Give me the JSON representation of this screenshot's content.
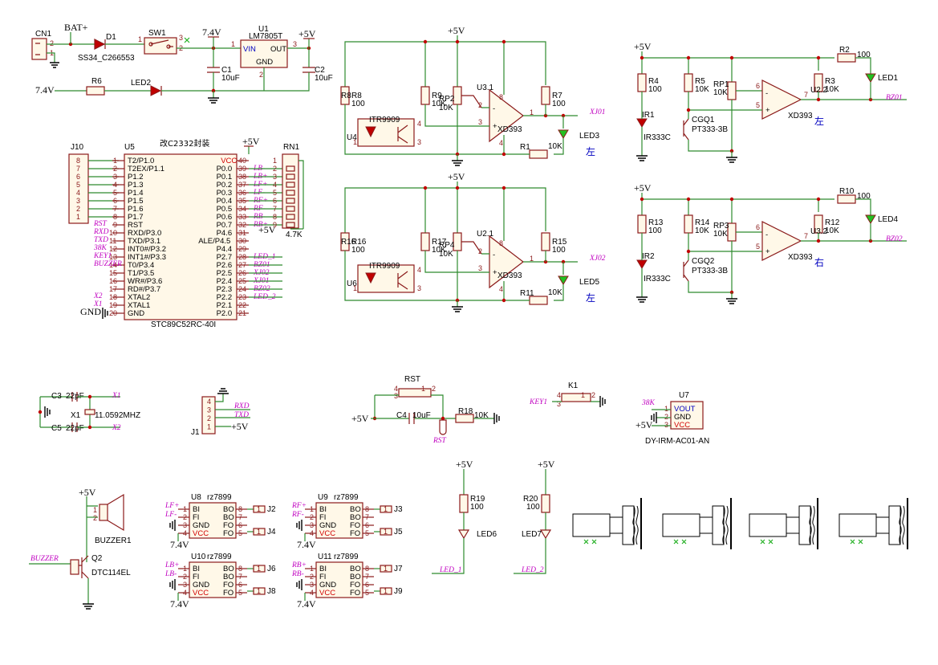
{
  "power": {
    "bat": "BAT+",
    "v74": "7.4V",
    "v5": "+5V",
    "gnd": "GND",
    "vin74": "7.4V"
  },
  "power_section": {
    "cn1": "CN1",
    "cn1_p2": "2",
    "cn1_p1": "1",
    "d1": "D1",
    "d1_val": "SS34_C266553",
    "sw1": "SW1",
    "sw_p1": "1",
    "sw_p2": "2",
    "sw_p3": "3",
    "u1": "U1",
    "u1_val": "LM7805T",
    "u1_vin": "VIN",
    "u1_out": "OUT",
    "u1_gnd": "GND",
    "u1_p1": "1",
    "u1_p2": "2",
    "u1_p3": "3",
    "c1": "C1",
    "c1_val": "10uF",
    "c2": "C2",
    "c2_val": "10uF",
    "r6": "R6",
    "led2": "LED2"
  },
  "mcu": {
    "j10": "J10",
    "j10_pins": [
      "8",
      "7",
      "6",
      "5",
      "4",
      "3",
      "2",
      "1"
    ],
    "u5": "U5",
    "title": "改C2332封装",
    "part": "STC89C52RC-40I",
    "left_pins": [
      {
        "n": "1",
        "name": "T2/P1.0",
        "net": ""
      },
      {
        "n": "2",
        "name": "T2EX/P1.1",
        "net": ""
      },
      {
        "n": "3",
        "name": "P1.2",
        "net": ""
      },
      {
        "n": "4",
        "name": "P1.3",
        "net": ""
      },
      {
        "n": "5",
        "name": "P1.4",
        "net": ""
      },
      {
        "n": "6",
        "name": "P1.5",
        "net": ""
      },
      {
        "n": "7",
        "name": "P1.6",
        "net": ""
      },
      {
        "n": "8",
        "name": "P1.7",
        "net": ""
      },
      {
        "n": "9",
        "name": "RST",
        "net": "RST"
      },
      {
        "n": "10",
        "name": "RXD/P3.0",
        "net": "RXD"
      },
      {
        "n": "11",
        "name": "TXD/P3.1",
        "net": "TXD"
      },
      {
        "n": "12",
        "name": "INT0#/P3.2",
        "net": "38K"
      },
      {
        "n": "13",
        "name": "INT1#/P3.3",
        "net": "KEY1"
      },
      {
        "n": "14",
        "name": "T0/P3.4",
        "net": "BUZZER"
      },
      {
        "n": "15",
        "name": "T1/P3.5",
        "net": ""
      },
      {
        "n": "16",
        "name": "WR#/P3.6",
        "net": ""
      },
      {
        "n": "17",
        "name": "RD#/P3.7",
        "net": ""
      },
      {
        "n": "18",
        "name": "XTAL2",
        "net": "X2"
      },
      {
        "n": "19",
        "name": "XTAL1",
        "net": "X1"
      },
      {
        "n": "20",
        "name": "GND",
        "net": ""
      }
    ],
    "right_pins": [
      {
        "n": "40",
        "name": "VCC",
        "net": ""
      },
      {
        "n": "39",
        "name": "P0.0",
        "net": "LB-"
      },
      {
        "n": "38",
        "name": "P0.1",
        "net": "LB+"
      },
      {
        "n": "37",
        "name": "P0.2",
        "net": "LF+"
      },
      {
        "n": "36",
        "name": "P0.3",
        "net": "LF-"
      },
      {
        "n": "35",
        "name": "P0.4",
        "net": "RF+"
      },
      {
        "n": "34",
        "name": "P0.5",
        "net": "RF-"
      },
      {
        "n": "33",
        "name": "P0.6",
        "net": "RB-"
      },
      {
        "n": "32",
        "name": "P0.7",
        "net": "RB+"
      },
      {
        "n": "31",
        "name": "P4.6",
        "net": ""
      },
      {
        "n": "30",
        "name": "ALE/P4.5",
        "net": ""
      },
      {
        "n": "29",
        "name": "P4.4",
        "net": ""
      },
      {
        "n": "28",
        "name": "P2.7",
        "net": "LED_1"
      },
      {
        "n": "27",
        "name": "P2.6",
        "net": "BZ01"
      },
      {
        "n": "26",
        "name": "P2.5",
        "net": "XJ02"
      },
      {
        "n": "25",
        "name": "P2.4",
        "net": "XJ01"
      },
      {
        "n": "24",
        "name": "P2.3",
        "net": "BZ02"
      },
      {
        "n": "23",
        "name": "P2.2",
        "net": "LED_2"
      },
      {
        "n": "22",
        "name": "P2.1",
        "net": ""
      },
      {
        "n": "21",
        "name": "P2.0",
        "net": ""
      }
    ],
    "rn1": "RN1",
    "rn1_val": "4.7K",
    "rn_pins": [
      "1",
      "2",
      "3",
      "4",
      "5",
      "6",
      "7",
      "8",
      "9"
    ]
  },
  "track": [
    {
      "u": "U3.1",
      "u_ic": "U4",
      "rp": "RP2",
      "rpv": "10K",
      "ra": "R8",
      "rav": "100",
      "rb": "R9",
      "rbv": "10K",
      "rc": "R7",
      "rcv": "100",
      "rf": "R1",
      "rfv": "10K",
      "led": "LED3",
      "net": "XJ01",
      "dir": "左",
      "sensor": "ITR9909",
      "p_minus": "2",
      "p_plus": "3",
      "p_out": "1",
      "p4": "4",
      "p8": "8",
      "sp4": "4",
      "sp1": "1",
      "sp3": "3",
      "model": "XD393"
    },
    {
      "u": "U2.1",
      "u_ic": "U6",
      "rp": "RP4",
      "rpv": "10K",
      "ra": "R16",
      "rav": "100",
      "rb": "R17",
      "rbv": "10K",
      "rc": "R15",
      "rcv": "100",
      "rf": "R11",
      "rfv": "10K",
      "led": "LED5",
      "net": "XJ02",
      "dir": "左",
      "sensor": "ITR9909",
      "p_minus": "2",
      "p_plus": "3",
      "p_out": "1",
      "p4": "4",
      "p8": "8",
      "sp4": "4",
      "sp1": "1",
      "sp3": "3",
      "model": "XD393"
    }
  ],
  "avoid": [
    {
      "u": "U2.2",
      "r1": "R4",
      "r1v": "100",
      "r2": "R5",
      "r2v": "10K",
      "rp": "RP1",
      "rpv": "10K",
      "r3": "R3",
      "r3v": "10K",
      "r4": "R2",
      "r4v": "100",
      "ir": "IR1",
      "irv": "IR333C",
      "q": "CGQ1",
      "qv": "PT333-3B",
      "led": "LED1",
      "net": "BZ01",
      "dir": "左",
      "p_minus": "6",
      "p_plus": "5",
      "p_out": "7",
      "model": "XD393"
    },
    {
      "u": "U3.2",
      "r1": "R13",
      "r1v": "100",
      "r2": "R14",
      "r2v": "10K",
      "rp": "RP3",
      "rpv": "10K",
      "r3": "R12",
      "r3v": "10K",
      "r4": "R10",
      "r4v": "100",
      "ir": "IR2",
      "irv": "IR333C",
      "q": "CGQ2",
      "qv": "PT333-3B",
      "led": "LED4",
      "net": "BZ02",
      "dir": "右",
      "p_minus": "6",
      "p_plus": "5",
      "p_out": "7",
      "model": "XD393"
    }
  ],
  "crystal": {
    "c3": "C3",
    "c3v": "22pF",
    "c5": "C5",
    "c5v": "22pF",
    "x1": "X1",
    "x1v": "11.0592MHZ",
    "n1": "X1",
    "n2": "X2"
  },
  "serial": {
    "j1": "J1",
    "pins": [
      "4",
      "3",
      "2",
      "1"
    ],
    "rxd": "RXD",
    "txd": "TXD"
  },
  "reset": {
    "rst": "RST",
    "c4": "C4",
    "c4v": "10uF",
    "r18": "R18",
    "r18v": "10K",
    "p4": "4",
    "p3": "3",
    "p1": "1",
    "p2": "2",
    "net": "RST"
  },
  "key": {
    "k1": "K1",
    "net": "KEY1",
    "p4": "4",
    "p3": "3",
    "p1": "1",
    "p2": "2"
  },
  "ir_rx": {
    "u7": "U7",
    "net": "38K",
    "vout": "VOUT",
    "gnd": "GND",
    "vcc": "VCC",
    "part": "DY-IRM-AC01-AN",
    "p1": "1",
    "p2": "2",
    "p3": "3"
  },
  "buzzer": {
    "ref": "BUZZER1",
    "net": "BUZZER",
    "q": "Q2",
    "qv": "DTC114EL",
    "p1": "1",
    "p2": "2"
  },
  "drivers": [
    {
      "u": "U8",
      "part": "rz7899",
      "in1": "LF+",
      "in2": "LF-",
      "j1": "J2",
      "j2": "J4"
    },
    {
      "u": "U9",
      "part": "rz7899",
      "in1": "RF+",
      "in2": "RF-",
      "j1": "J3",
      "j2": "J5"
    },
    {
      "u": "U10",
      "part": "rz7899",
      "in1": "LB+",
      "in2": "LB-",
      "j1": "J6",
      "j2": "J8"
    },
    {
      "u": "U11",
      "part": "rz7899",
      "in1": "RB+",
      "in2": "RB-",
      "j1": "J7",
      "j2": "J9"
    }
  ],
  "driver_pins": {
    "bi": "BI",
    "fi": "FI",
    "gnd": "GND",
    "vcc": "VCC",
    "bo": "BO",
    "fo": "FO",
    "l": [
      "1",
      "2",
      "3",
      "4"
    ],
    "r": [
      "8",
      "7",
      "6",
      "5"
    ]
  },
  "leds": [
    {
      "r": "R19",
      "rv": "100",
      "led": "LED6",
      "net": "LED_1"
    },
    {
      "r": "R20",
      "rv": "100",
      "led": "LED7",
      "net": "LED_2"
    }
  ]
}
